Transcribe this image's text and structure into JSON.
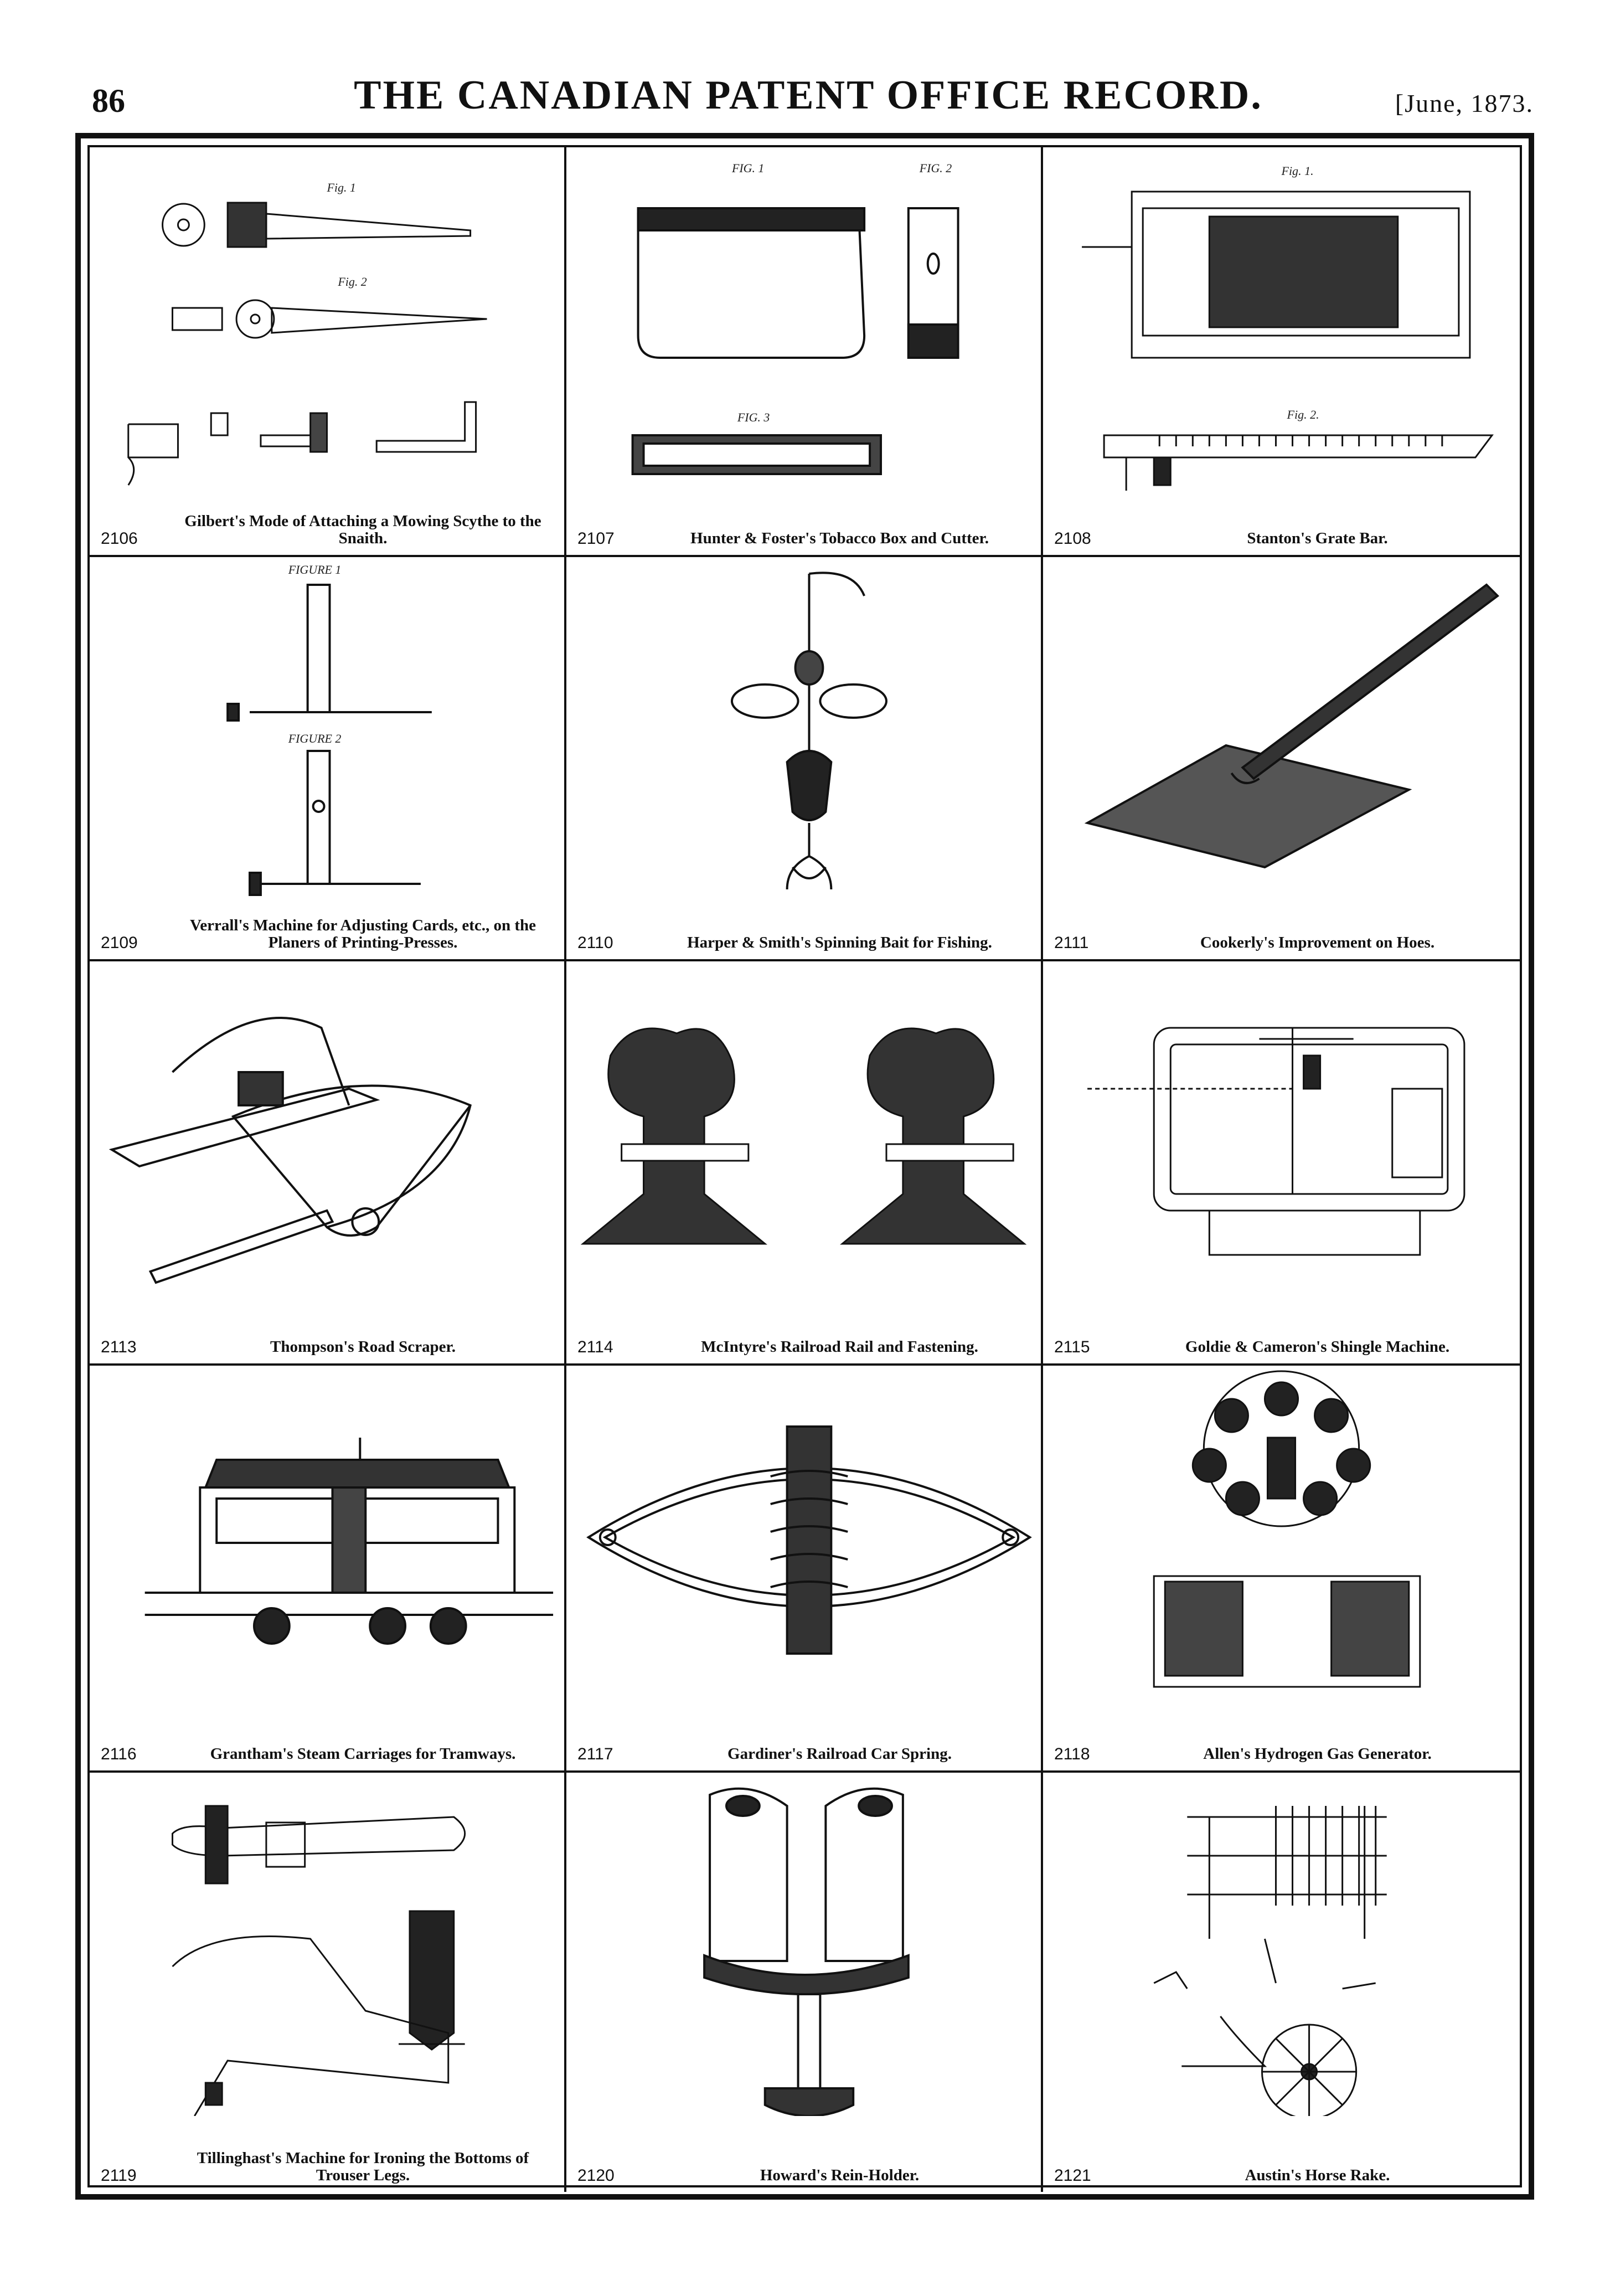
{
  "page": {
    "number": "86",
    "title": "THE CANADIAN PATENT OFFICE RECORD.",
    "date": "[June, 1873."
  },
  "patents": [
    {
      "number": "2106",
      "title": "Gilbert's Mode of Attaching a Mowing Scythe to the Snaith."
    },
    {
      "number": "2107",
      "title": "Hunter & Foster's Tobacco Box and Cutter."
    },
    {
      "number": "2108",
      "title": "Stanton's Grate Bar."
    },
    {
      "number": "2109",
      "title": "Verrall's Machine for Adjusting Cards, etc., on the Planers of Printing-Presses."
    },
    {
      "number": "2110",
      "title": "Harper & Smith's Spinning Bait for Fishing."
    },
    {
      "number": "2111",
      "title": "Cookerly's Improvement on Hoes."
    },
    {
      "number": "2113",
      "title": "Thompson's Road Scraper."
    },
    {
      "number": "2114",
      "title": "McIntyre's Railroad Rail and Fastening."
    },
    {
      "number": "2115",
      "title": "Goldie & Cameron's Shingle Machine."
    },
    {
      "number": "2116",
      "title": "Grantham's Steam Carriages for Tramways."
    },
    {
      "number": "2117",
      "title": "Gardiner's Railroad Car Spring."
    },
    {
      "number": "2118",
      "title": "Allen's Hydrogen Gas Generator."
    },
    {
      "number": "2119",
      "title": "Tillinghast's Machine for Ironing the Bottoms of Trouser Legs."
    },
    {
      "number": "2120",
      "title": "Howard's Rein-Holder."
    },
    {
      "number": "2121",
      "title": "Austin's Horse Rake."
    }
  ],
  "figure_labels": {
    "grate_fig1": "Fig. 1.",
    "grate_fig2": "Fig. 2.",
    "verrall_fig1": "FIGURE 1",
    "verrall_fig2": "FIGURE 2",
    "tobacco_fig1": "FIG. 1",
    "tobacco_fig2": "FIG. 2",
    "tobacco_fig3": "FIG. 3"
  }
}
